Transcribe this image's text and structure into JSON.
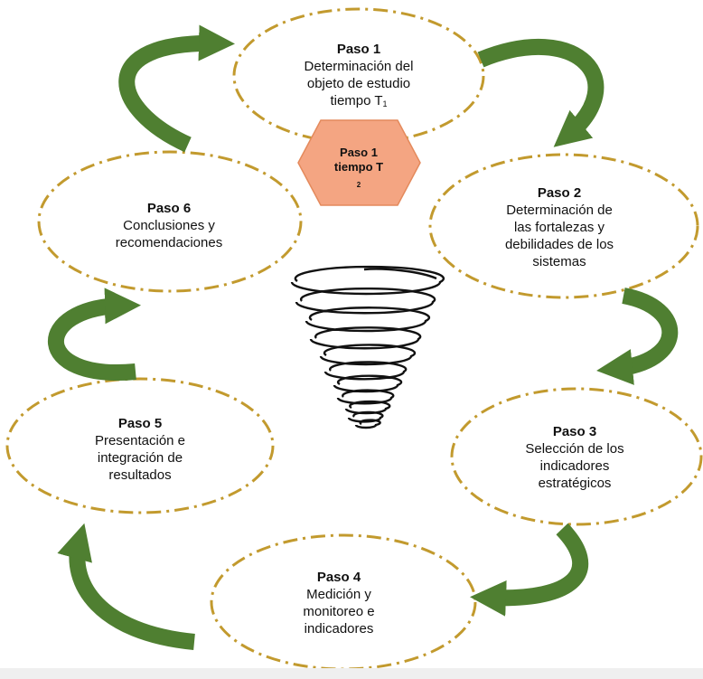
{
  "colors": {
    "dash": "#c29a2e",
    "arrow": "#4f7f31",
    "hex_fill": "#f4a582",
    "hex_stroke": "#e48a5c",
    "spiral": "#111111"
  },
  "steps": [
    {
      "title": "Paso 1",
      "lines": [
        "Determinación del",
        "objeto de estudio"
      ],
      "last": "tiempo T",
      "sub": "1"
    },
    {
      "title": "Paso 2",
      "lines": [
        "Determinación de",
        "las fortalezas y",
        "debilidades de los",
        "sistemas"
      ]
    },
    {
      "title": "Paso 3",
      "lines": [
        "Selección de los",
        "indicadores",
        "estratégicos"
      ]
    },
    {
      "title": "Paso 4",
      "lines": [
        "Medición y",
        "monitoreo e",
        "indicadores"
      ]
    },
    {
      "title": "Paso 5",
      "lines": [
        "Presentación e",
        "integración de",
        "resultados"
      ]
    },
    {
      "title": "Paso 6",
      "lines": [
        "Conclusiones y",
        "recomendaciones"
      ]
    }
  ],
  "hexagon": {
    "line1": "Paso 1",
    "line2": "tiempo T",
    "sub": "2"
  }
}
